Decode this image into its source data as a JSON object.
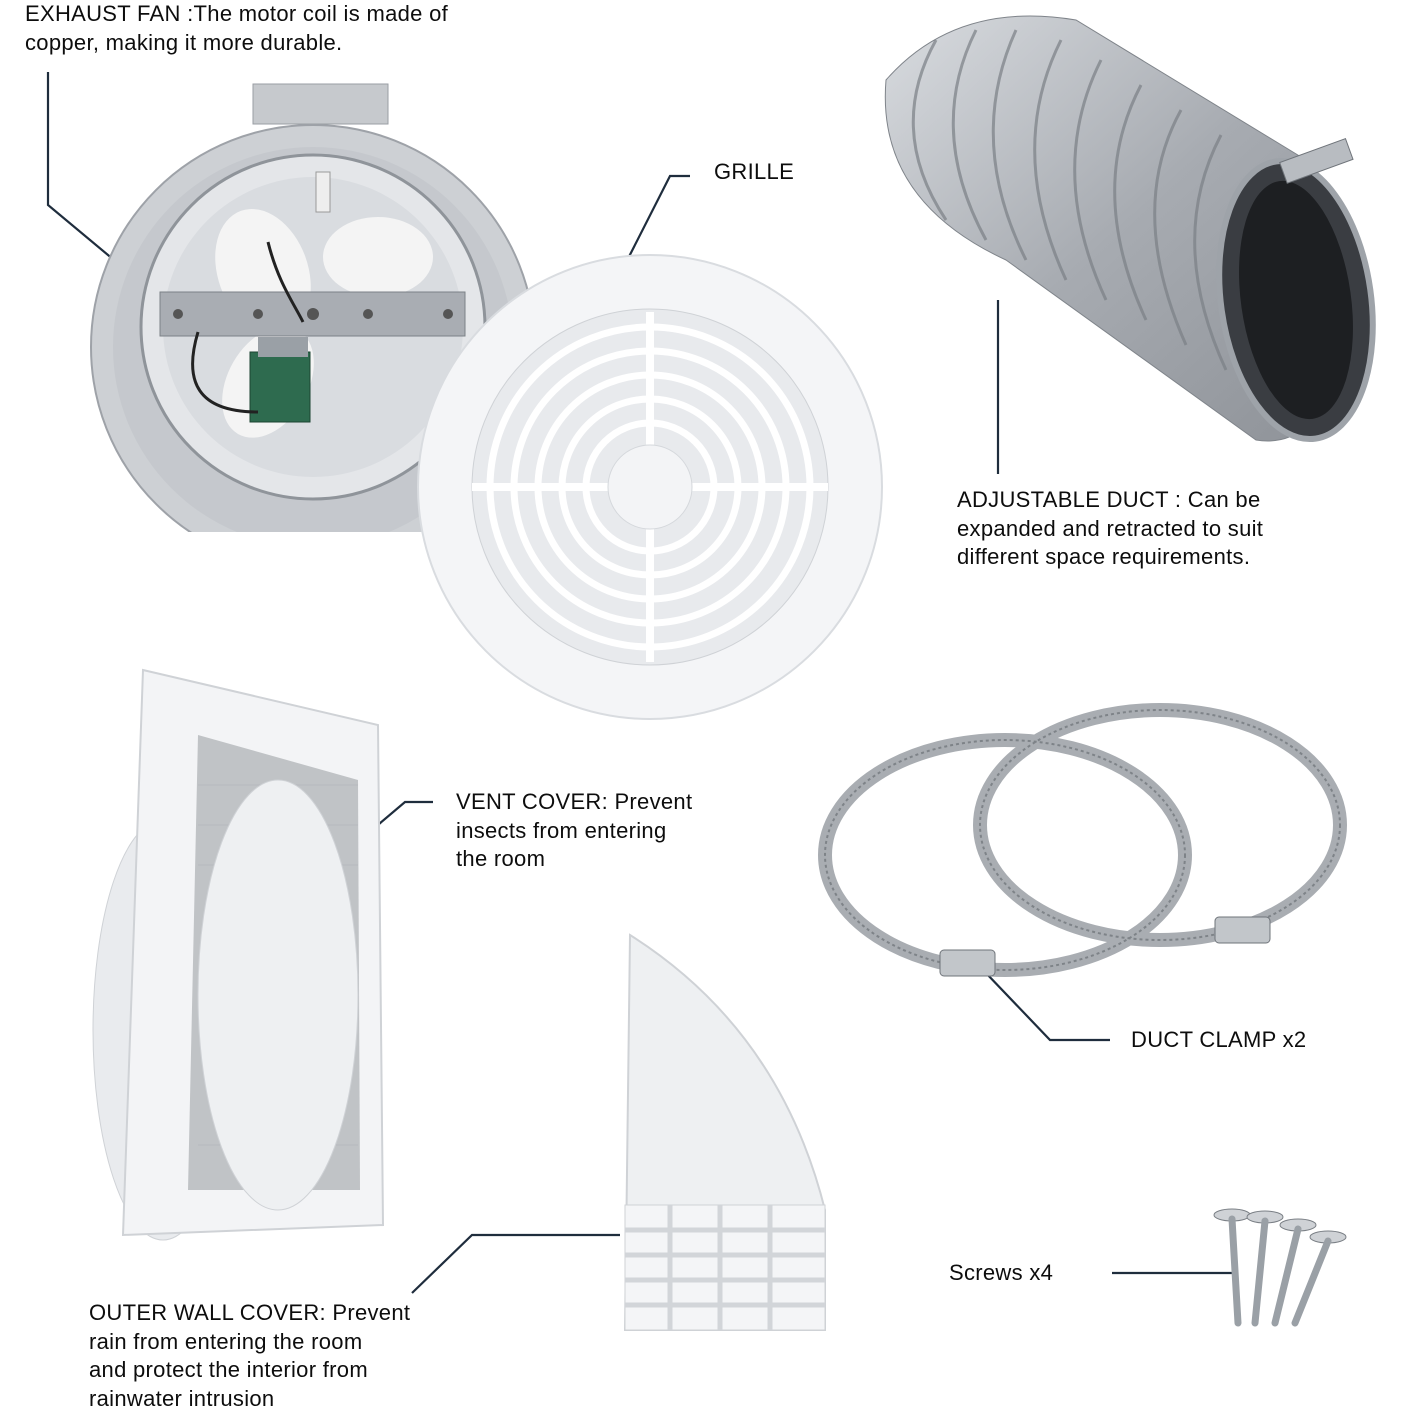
{
  "parts": {
    "exhaust_fan": {
      "label_title": "EXHAUST FAN",
      "label_sep": " :",
      "label_line1_rest": "The motor coil is made of",
      "label_line2": "copper, making it more durable."
    },
    "grille": {
      "label": "GRILLE"
    },
    "adjustable_duct": {
      "label_title": "ADJUSTABLE DUCT",
      "label_sep": " :  ",
      "label_line1_rest": "Can be",
      "label_line2": "expanded and retracted to suit",
      "label_line3": "different space requirements."
    },
    "vent_cover": {
      "label_line1": "VENT COVER: Prevent",
      "label_line2": "insects from entering",
      "label_line3": "the room"
    },
    "duct_clamp": {
      "label": "DUCT CLAMP x2"
    },
    "outer_wall_cover": {
      "label_title": "OUTER WALL COVER",
      "label_sep": ":  ",
      "label_line1_rest": "Prevent",
      "label_line2": "rain from entering the room",
      "label_line3": "and protect the interior from",
      "label_line4": "rainwater intrusion"
    },
    "screws": {
      "label": "Screws x4"
    }
  },
  "colors": {
    "leader_line": "#1f2d3d",
    "text": "#0d0d0d",
    "plastic_white": "#f2f3f5",
    "galvanized": "#c9ccd0",
    "foil": "#b8bcc2",
    "motor_green": "#2e6b4f"
  }
}
